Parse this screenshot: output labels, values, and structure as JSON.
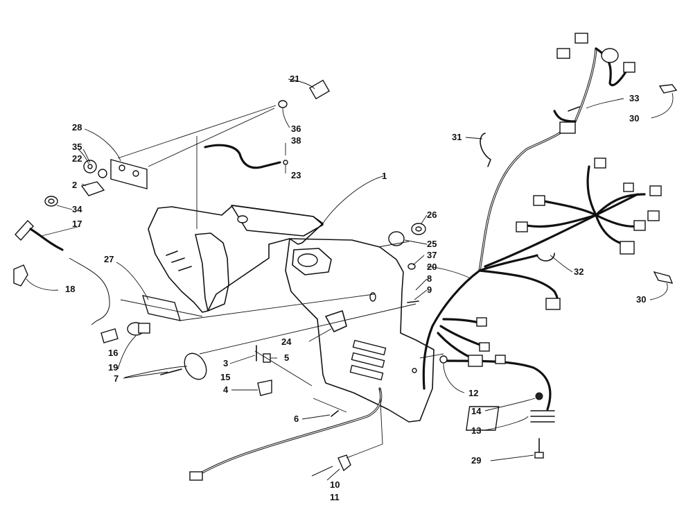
{
  "diagram": {
    "callouts": [
      {
        "id": "c1",
        "text": "1"
      },
      {
        "id": "c2",
        "text": "2"
      },
      {
        "id": "c3",
        "text": "3"
      },
      {
        "id": "c4",
        "text": "4"
      },
      {
        "id": "c5",
        "text": "5"
      },
      {
        "id": "c6",
        "text": "6"
      },
      {
        "id": "c7",
        "text": "7"
      },
      {
        "id": "c8",
        "text": "8"
      },
      {
        "id": "c9",
        "text": "9"
      },
      {
        "id": "c10",
        "text": "10"
      },
      {
        "id": "c11",
        "text": "11"
      },
      {
        "id": "c12",
        "text": "12"
      },
      {
        "id": "c13",
        "text": "13"
      },
      {
        "id": "c14",
        "text": "14"
      },
      {
        "id": "c15",
        "text": "15"
      },
      {
        "id": "c16",
        "text": "16"
      },
      {
        "id": "c17",
        "text": "17"
      },
      {
        "id": "c18",
        "text": "18"
      },
      {
        "id": "c19",
        "text": "19"
      },
      {
        "id": "c20",
        "text": "20"
      },
      {
        "id": "c21",
        "text": "21"
      },
      {
        "id": "c22",
        "text": "22"
      },
      {
        "id": "c23",
        "text": "23"
      },
      {
        "id": "c24",
        "text": "24"
      },
      {
        "id": "c25",
        "text": "25"
      },
      {
        "id": "c26",
        "text": "26"
      },
      {
        "id": "c27",
        "text": "27"
      },
      {
        "id": "c28",
        "text": "28"
      },
      {
        "id": "c29",
        "text": "29"
      },
      {
        "id": "c30a",
        "text": "30"
      },
      {
        "id": "c30b",
        "text": "30"
      },
      {
        "id": "c31",
        "text": "31"
      },
      {
        "id": "c32",
        "text": "32"
      },
      {
        "id": "c33",
        "text": "33"
      },
      {
        "id": "c34",
        "text": "34"
      },
      {
        "id": "c35",
        "text": "35"
      },
      {
        "id": "c36",
        "text": "36"
      },
      {
        "id": "c37",
        "text": "37"
      },
      {
        "id": "c38",
        "text": "38"
      }
    ]
  }
}
